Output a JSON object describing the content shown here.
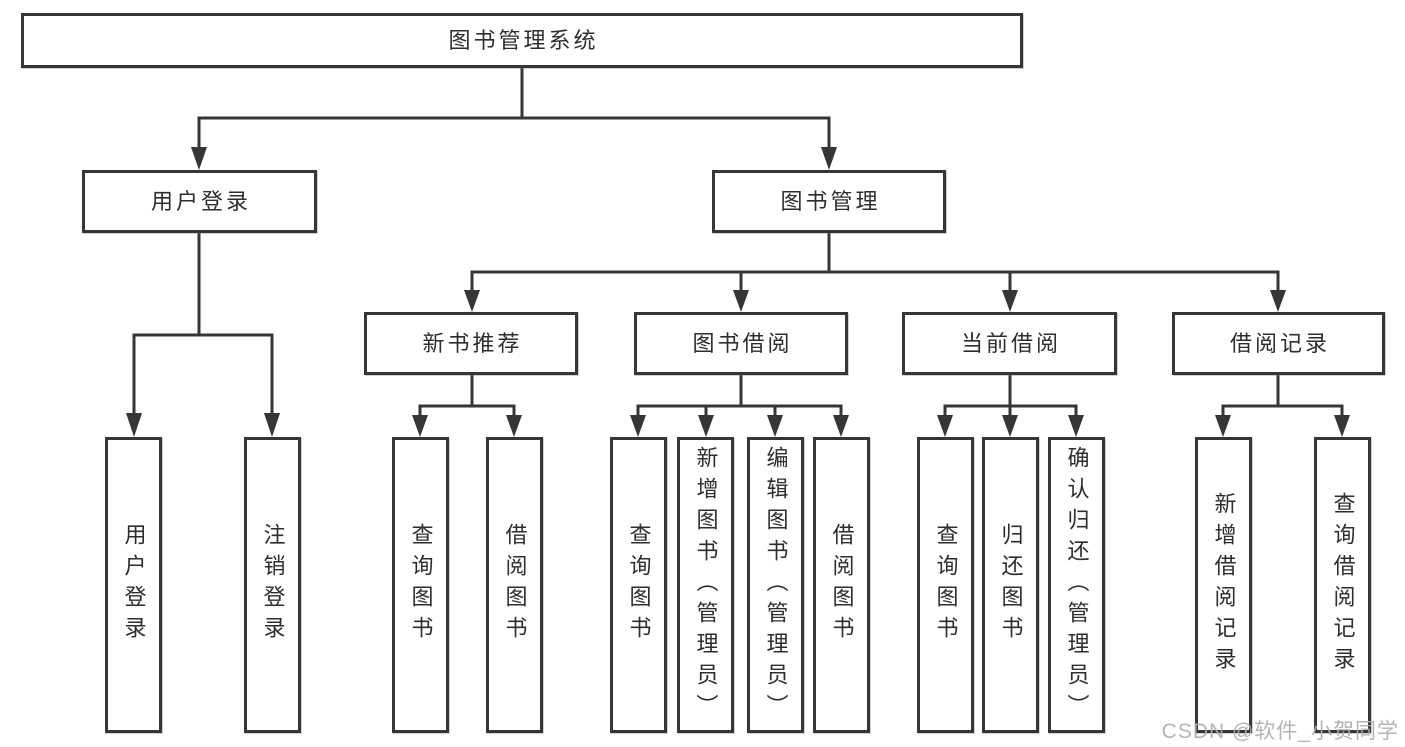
{
  "nodes": {
    "root": {
      "label": "图书管理系统"
    },
    "user_login": {
      "label": "用户登录"
    },
    "book_mgmt": {
      "label": "图书管理"
    },
    "new_book_rec": {
      "label": "新书推荐"
    },
    "book_borrow": {
      "label": "图书借阅"
    },
    "current_borrow": {
      "label": "当前借阅"
    },
    "borrow_records": {
      "label": "借阅记录"
    },
    "leaf_user_login": {
      "label": "用户登录"
    },
    "leaf_logout": {
      "label": "注销登录"
    },
    "leaf_rec_search": {
      "label": "查询图书"
    },
    "leaf_rec_borrow": {
      "label": "借阅图书"
    },
    "leaf_bb_search": {
      "label": "查询图书"
    },
    "leaf_bb_add": {
      "label": "新增图书（管理员）"
    },
    "leaf_bb_edit": {
      "label": "编辑图书（管理员）"
    },
    "leaf_bb_borrow": {
      "label": "借阅图书"
    },
    "leaf_cb_search": {
      "label": "查询图书"
    },
    "leaf_cb_return": {
      "label": "归还图书"
    },
    "leaf_cb_confirm": {
      "label": "确认归还（管理员）"
    },
    "leaf_br_add": {
      "label": "新增借阅记录"
    },
    "leaf_br_search": {
      "label": "查询借阅记录"
    }
  },
  "watermark": "CSDN @软件_小贺同学",
  "colors": {
    "line": "#363636",
    "border": "#363636",
    "text": "#2e2e2e",
    "watermark": "#aeaeae",
    "background": "#ffffff"
  }
}
